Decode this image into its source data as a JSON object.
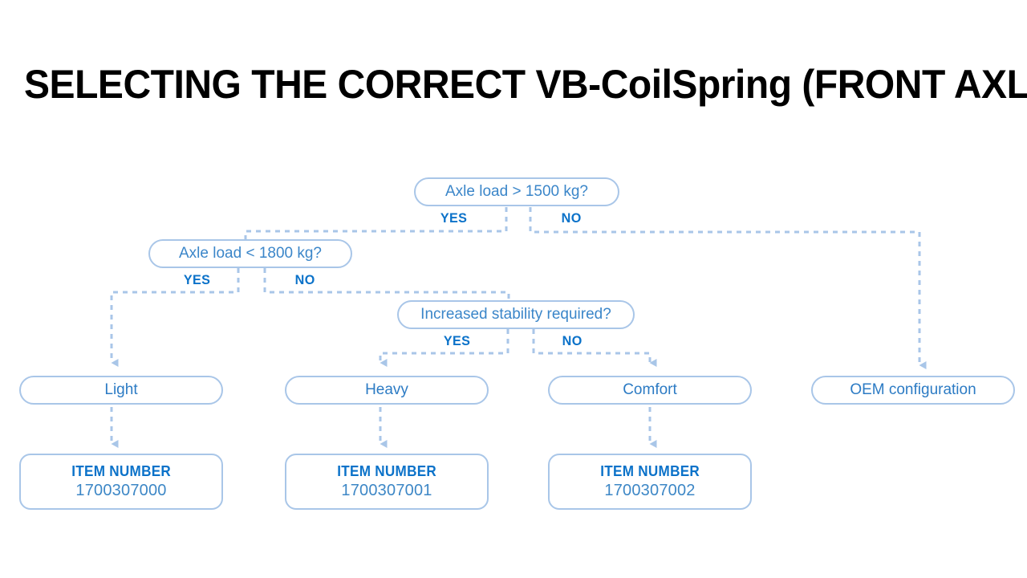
{
  "title": "SELECTING THE CORRECT VB-CoilSpring (FRONT AXLE)",
  "colors": {
    "node_border": "#a9c6e8",
    "node_text": "#3b86c9",
    "label_text": "#0b72c9",
    "connector": "#a9c6e8",
    "title_text": "#000000",
    "background": "#ffffff"
  },
  "decisions": [
    {
      "id": "axle-load-1500",
      "question": "Axle load > 1500 kg?",
      "yes_label": "YES",
      "no_label": "NO"
    },
    {
      "id": "axle-load-1800",
      "question": "Axle load < 1800 kg?",
      "yes_label": "YES",
      "no_label": "NO"
    },
    {
      "id": "increased-stability",
      "question": "Increased stability required?",
      "yes_label": "YES",
      "no_label": "NO"
    }
  ],
  "results": [
    {
      "id": "light",
      "label": "Light"
    },
    {
      "id": "heavy",
      "label": "Heavy"
    },
    {
      "id": "comfort",
      "label": "Comfort"
    },
    {
      "id": "oem",
      "label": "OEM configuration"
    }
  ],
  "item_numbers": [
    {
      "id": "light-item",
      "caption": "ITEM NUMBER",
      "value": "1700307000"
    },
    {
      "id": "heavy-item",
      "caption": "ITEM NUMBER",
      "value": "1700307001"
    },
    {
      "id": "comfort-item",
      "caption": "ITEM NUMBER",
      "value": "1700307002"
    }
  ]
}
